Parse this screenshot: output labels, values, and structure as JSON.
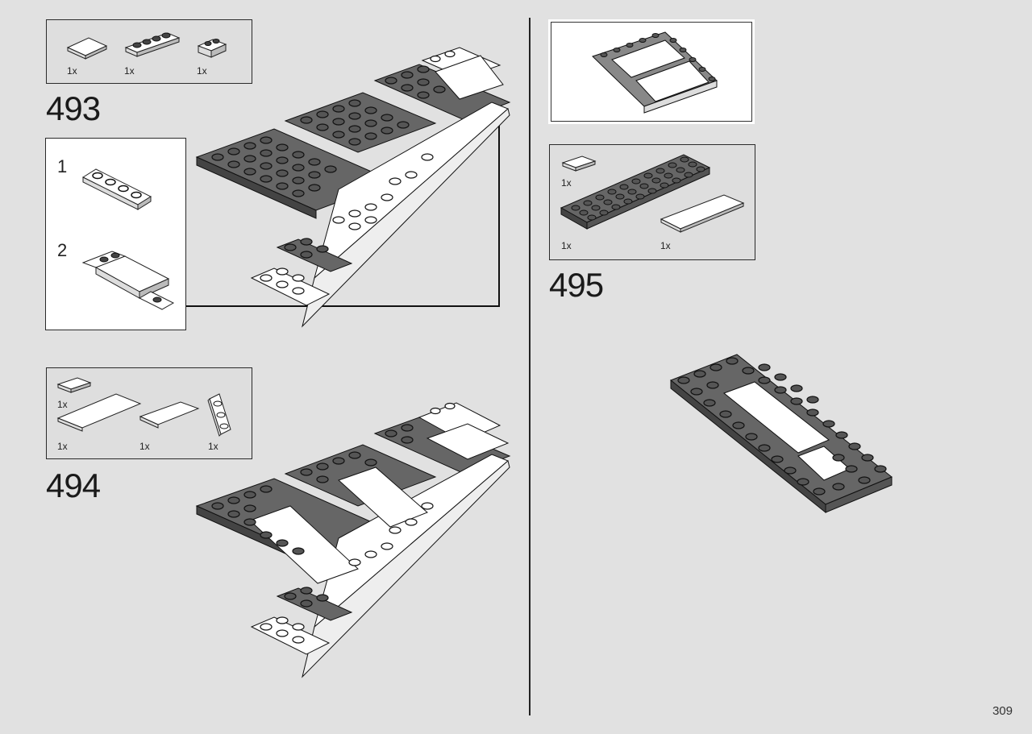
{
  "page": {
    "number": "309"
  },
  "steps": [
    {
      "number": "493",
      "parts": [
        {
          "qty": "1x"
        },
        {
          "qty": "1x"
        },
        {
          "qty": "1x"
        }
      ],
      "substeps": [
        {
          "number": "1"
        },
        {
          "number": "2"
        }
      ]
    },
    {
      "number": "494",
      "parts": [
        {
          "qty": "1x"
        },
        {
          "qty": "1x"
        },
        {
          "qty": "1x"
        },
        {
          "qty": "1x"
        }
      ]
    },
    {
      "number": "495",
      "parts": [
        {
          "qty": "1x"
        },
        {
          "qty": "1x"
        },
        {
          "qty": "1x"
        }
      ]
    }
  ],
  "colors": {
    "background": "#e1e1e1",
    "dark_plate": "#5a5a5a",
    "light_plate": "#ffffff",
    "outline": "#1a1a1a"
  }
}
